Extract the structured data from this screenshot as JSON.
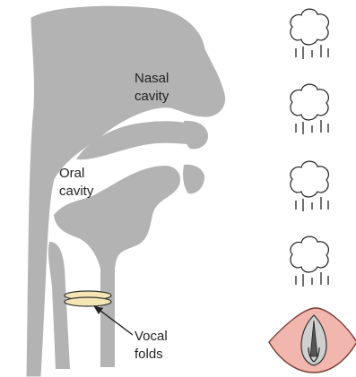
{
  "labels": {
    "nasal_line1": "Nasal",
    "nasal_line2": "cavity",
    "oral_line1": "Oral",
    "oral_line2": "cavity",
    "vocal_line1": "Vocal",
    "vocal_line2": "folds"
  },
  "icons": {
    "sound_wave_icons": 4,
    "glottis_icon": "vocal-folds-top-view-icon"
  },
  "colors": {
    "tissue_gray": "#b3b3b3",
    "outline": "#222222",
    "vocal_fold_fill": "#f4e6b4",
    "glottis_pink": "#f1b6ad"
  }
}
